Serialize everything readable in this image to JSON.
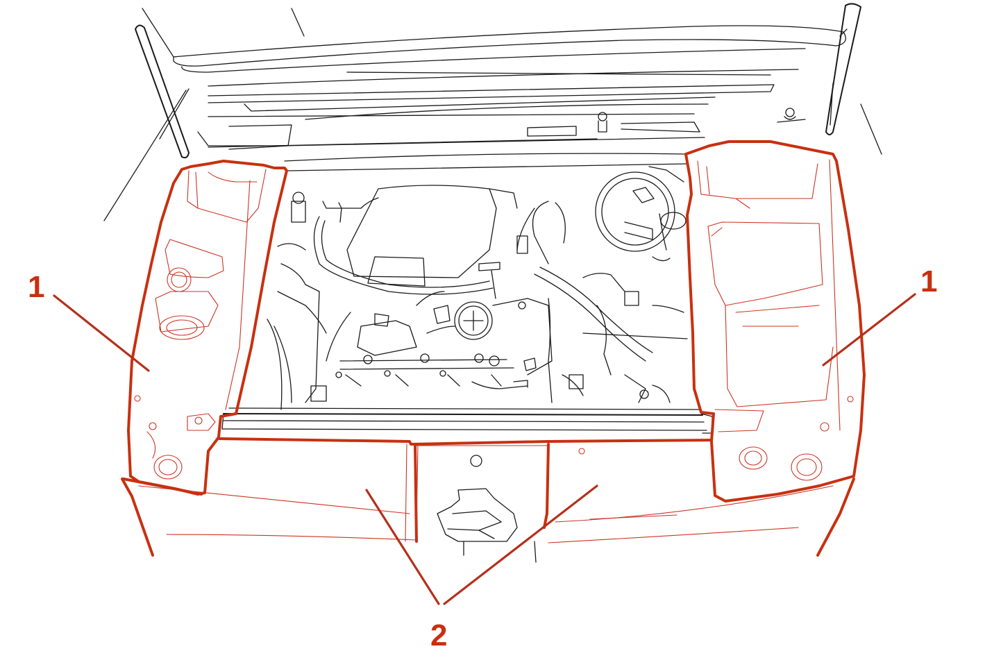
{
  "callouts": {
    "left_panel_number": "1",
    "right_panel_number": "1",
    "front_panel_number": "2"
  },
  "colors": {
    "highlight": "#c8300f",
    "line_art": "#1a1a1a",
    "background": "#ffffff"
  }
}
